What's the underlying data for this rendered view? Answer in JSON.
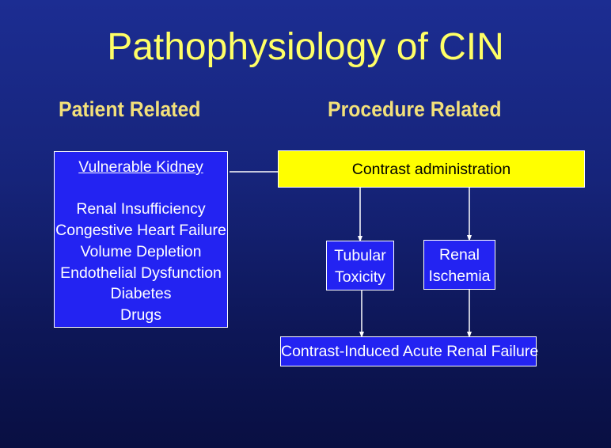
{
  "slide": {
    "title": "Pathophysiology of CIN"
  },
  "headings": {
    "patient": "Patient Related",
    "procedure": "Procedure Related"
  },
  "patient_box": {
    "heading": "Vulnerable Kidney",
    "factors": [
      "Renal Insufficiency",
      "Congestive Heart Failure",
      "Volume Depletion",
      "Endothelial Dysfunction",
      "Diabetes",
      "Drugs"
    ]
  },
  "contrast_box": {
    "label": "Contrast administration"
  },
  "tubular_box": {
    "lines": [
      "Tubular",
      "Toxicity"
    ]
  },
  "ischemia_box": {
    "lines": [
      "Renal",
      "Ischemia"
    ]
  },
  "result_box": {
    "label": "Contrast-Induced Acute Renal Failure"
  },
  "colors": {
    "title": "#ffff66",
    "heading": "#f2e07a",
    "box_blue": "#2323f2",
    "box_yellow": "#ffff00",
    "connector": "#ffffff"
  }
}
